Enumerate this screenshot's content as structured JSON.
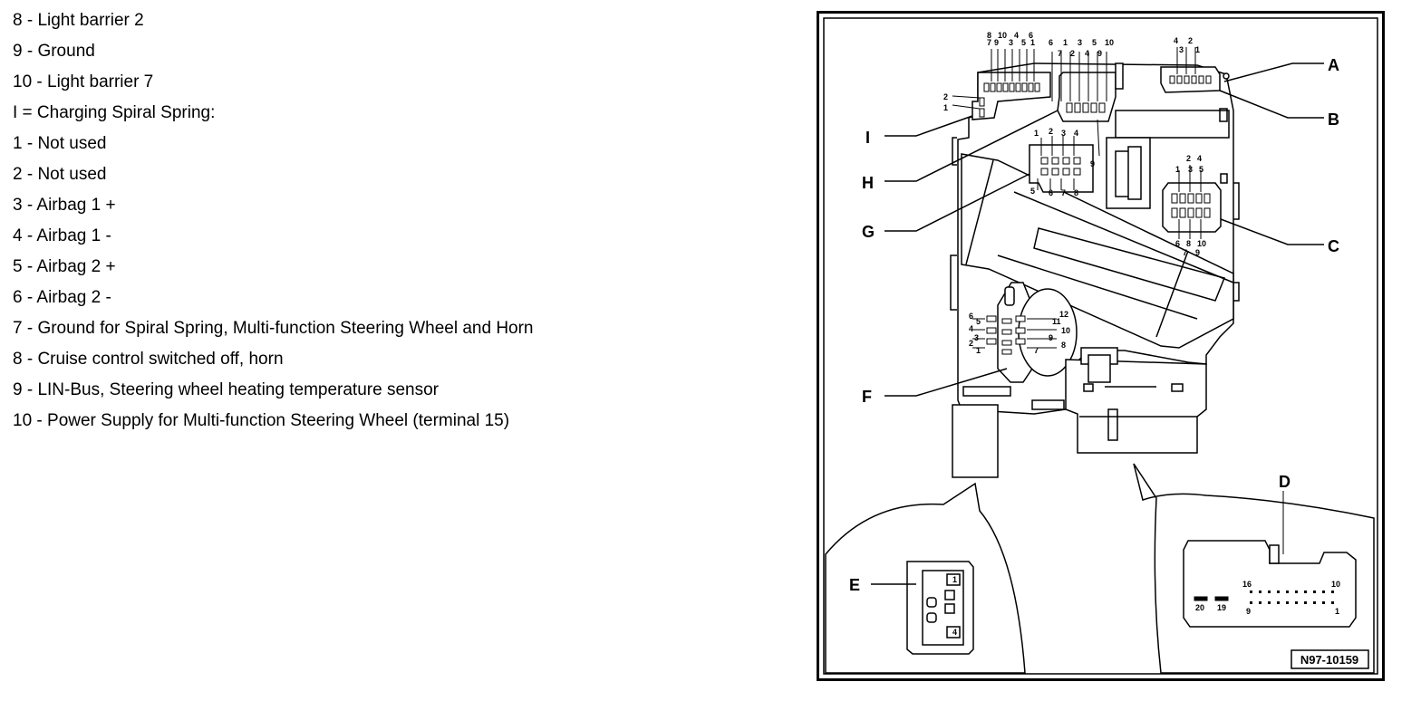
{
  "legend": {
    "items": [
      "8 - Light barrier 2",
      "9 - Ground",
      "10 - Light barrier 7",
      "I = Charging Spiral Spring:",
      "1 - Not used",
      "2 - Not used",
      "3 - Airbag 1 +",
      "4 - Airbag 1 -",
      "5 - Airbag 2 +",
      "6 - Airbag 2 -",
      "7 - Ground for Spiral Spring, Multi-function Steering Wheel and Horn",
      "8 - Cruise control switched off, horn",
      "9 - LIN-Bus, Steering wheel heating temperature sensor",
      "10 - Power Supply for Multi-function Steering Wheel (terminal 15)"
    ]
  },
  "diagram": {
    "callouts": {
      "a": "A",
      "b": "B",
      "c": "C",
      "d": "D",
      "e": "E",
      "f": "F",
      "g": "G",
      "h": "H",
      "i": "I"
    },
    "figure_id": "N97-10159",
    "pins": {
      "p1": "1",
      "p2": "2",
      "p3": "3",
      "p4": "4",
      "p5": "5",
      "p6": "6",
      "p7": "7",
      "p8": "8",
      "p9": "9",
      "p10": "10",
      "p11": "11",
      "p12": "12",
      "p16": "16",
      "p19": "19",
      "p20": "20"
    }
  }
}
